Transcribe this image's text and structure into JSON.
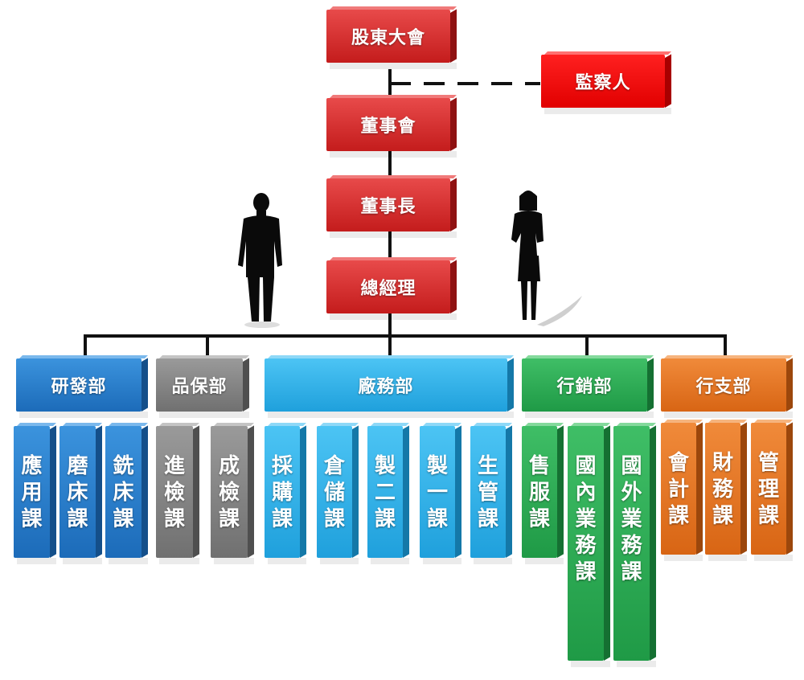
{
  "chart": {
    "top": [
      {
        "id": "shareholders",
        "label": "股東大會",
        "color": "red"
      },
      {
        "id": "supervisor",
        "label": "監察人",
        "color": "redb"
      },
      {
        "id": "board",
        "label": "董事會",
        "color": "red"
      },
      {
        "id": "chairman",
        "label": "董事長",
        "color": "red"
      },
      {
        "id": "gm",
        "label": "總經理",
        "color": "red"
      }
    ],
    "departments": [
      {
        "id": "rd",
        "label": "研發部",
        "color": "blue",
        "units": [
          "應用課",
          "磨床課",
          "銑床課"
        ]
      },
      {
        "id": "qa",
        "label": "品保部",
        "color": "gray",
        "units": [
          "進檢課",
          "成檢課"
        ]
      },
      {
        "id": "factory",
        "label": "廠務部",
        "color": "cyan",
        "units": [
          "採購課",
          "倉儲課",
          "製二課",
          "製一課",
          "生管課"
        ]
      },
      {
        "id": "sales",
        "label": "行銷部",
        "color": "green",
        "units": [
          "售服課",
          "國內業務課",
          "國外業務課"
        ]
      },
      {
        "id": "admin",
        "label": "行支部",
        "color": "orange",
        "units": [
          "會計課",
          "財務課",
          "管理課"
        ]
      }
    ]
  }
}
